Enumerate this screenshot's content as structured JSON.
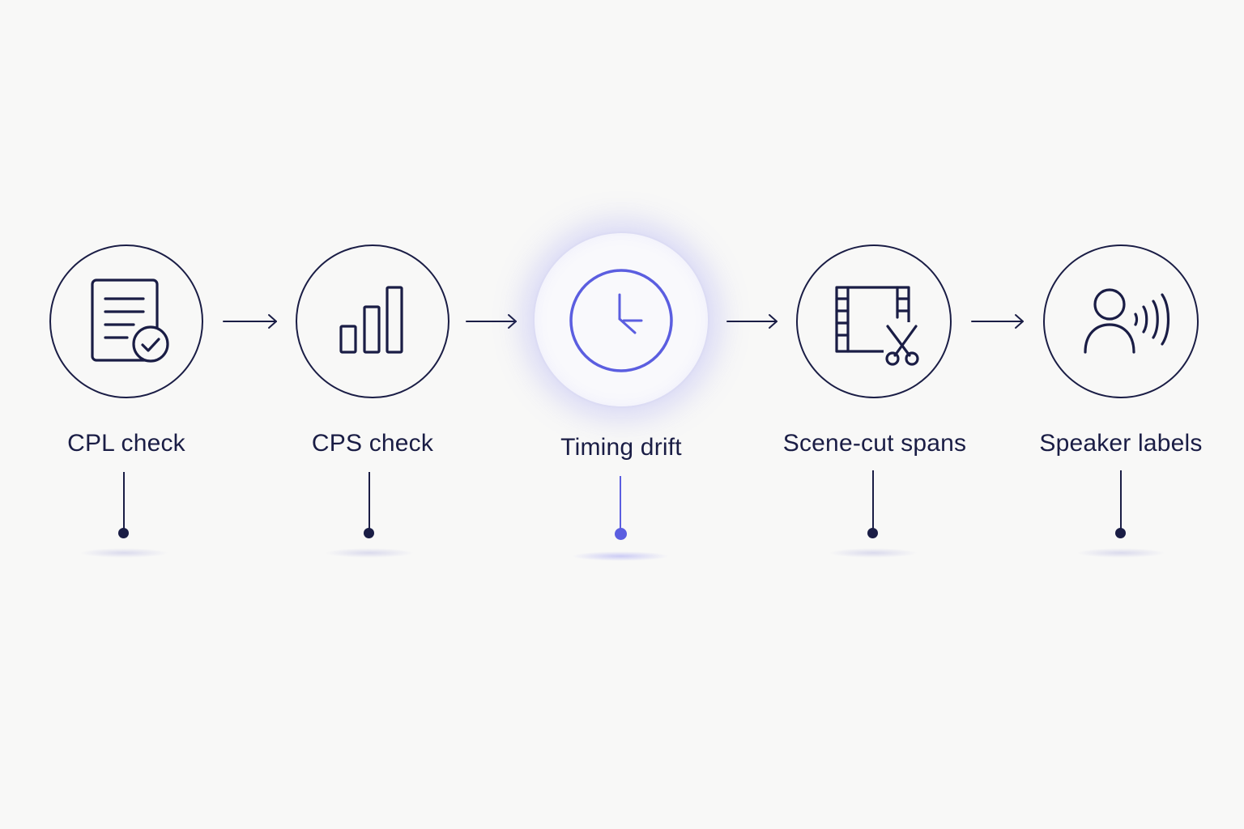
{
  "colors": {
    "ink": "#1a1d45",
    "accent": "#5b5ee0",
    "background": "#f8f8f7"
  },
  "steps": [
    {
      "label": "CPL check",
      "icon": "document-check-icon",
      "active": false
    },
    {
      "label": "CPS check",
      "icon": "bar-chart-icon",
      "active": false
    },
    {
      "label": "Timing drift",
      "icon": "clock-icon",
      "active": true
    },
    {
      "label": "Scene-cut spans",
      "icon": "film-scissors-icon",
      "active": false
    },
    {
      "label": "Speaker labels",
      "icon": "speaker-voice-icon",
      "active": false
    }
  ]
}
